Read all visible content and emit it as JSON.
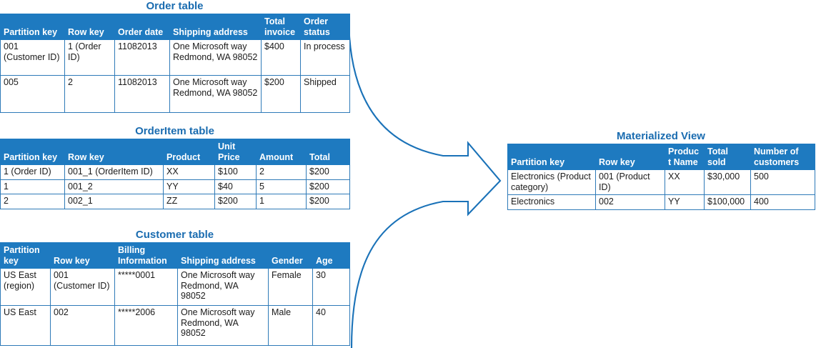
{
  "diagram": {
    "title_color": "#1a6cb0",
    "header_fill": "#1e7ac0",
    "border_color": "#2e7ab8",
    "arrow_color": "#1a72b8",
    "arrow_name": "curved-merge-arrow"
  },
  "order_table": {
    "title": "Order table",
    "columns": [
      "Partition key",
      "Row key",
      "Order date",
      "Shipping address",
      "Total invoice",
      "Order status"
    ],
    "rows": [
      {
        "partition_key": "001 (Customer ID)",
        "row_key": "1 (Order ID)",
        "order_date": "11082013",
        "shipping_address": "One Microsoft way Redmond, WA 98052",
        "total_invoice": "$400",
        "order_status": "In process"
      },
      {
        "partition_key": "005",
        "row_key": "2",
        "order_date": "11082013",
        "shipping_address": "One Microsoft way Redmond, WA 98052",
        "total_invoice": "$200",
        "order_status": "Shipped"
      }
    ]
  },
  "orderitem_table": {
    "title": "OrderItem table",
    "columns": [
      "Partition key",
      "Row key",
      "Product",
      "Unit Price",
      "Amount",
      "Total"
    ],
    "rows": [
      {
        "partition_key": "1 (Order ID)",
        "row_key": "001_1 (OrderItem ID)",
        "product": "XX",
        "unit_price": "$100",
        "amount": "2",
        "total": "$200"
      },
      {
        "partition_key": "1",
        "row_key": "001_2",
        "product": "YY",
        "unit_price": "$40",
        "amount": "5",
        "total": "$200"
      },
      {
        "partition_key": "2",
        "row_key": "002_1",
        "product": "ZZ",
        "unit_price": "$200",
        "amount": "1",
        "total": "$200"
      }
    ]
  },
  "customer_table": {
    "title": "Customer table",
    "columns": [
      "Partition key",
      "Row key",
      "Billing Information",
      "Shipping address",
      "Gender",
      "Age"
    ],
    "rows": [
      {
        "partition_key": "US East (region)",
        "row_key": "001 (Customer ID)",
        "billing_information": "*****0001",
        "shipping_address": "One Microsoft way Redmond, WA 98052",
        "gender": "Female",
        "age": "30"
      },
      {
        "partition_key": "US East",
        "row_key": "002",
        "billing_information": "*****2006",
        "shipping_address": "One Microsoft way Redmond, WA 98052",
        "gender": "Male",
        "age": "40"
      }
    ]
  },
  "materialized_view": {
    "title": "Materialized View",
    "columns": [
      "Partition key",
      "Row key",
      "Product Name",
      "Total sold",
      "Number of customers"
    ],
    "rows": [
      {
        "partition_key": "Electronics (Product category)",
        "row_key": "001 (Product ID)",
        "product_name": "XX",
        "total_sold": "$30,000",
        "number_of_customers": "500"
      },
      {
        "partition_key": "Electronics",
        "row_key": "002",
        "product_name": "YY",
        "total_sold": "$100,000",
        "number_of_customers": "400"
      }
    ]
  }
}
